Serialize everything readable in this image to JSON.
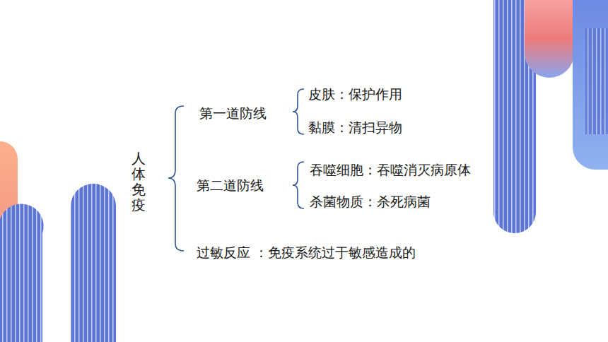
{
  "diagram": {
    "labels": [
      "人体免疫",
      "第一道防线",
      "皮肤：保护作用",
      "黏膜：清扫异物",
      "第二道防线",
      "吞噬细胞：吞噬消灭病原体",
      "杀菌物质：杀死病菌",
      "过敏反应 ：免疫系统过于敏感造成的"
    ]
  }
}
